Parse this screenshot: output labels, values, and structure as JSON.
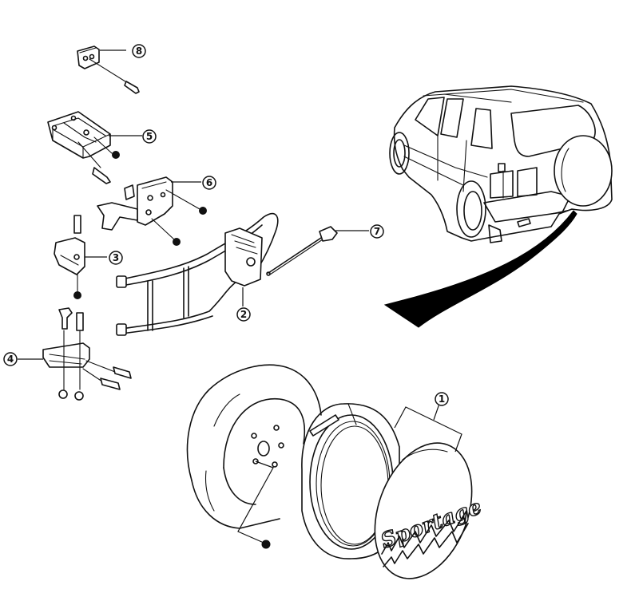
{
  "diagram": {
    "title": "Spare wheel carrier assembly – exploded view",
    "colors": {
      "ink": "#111111",
      "background": "#ffffff",
      "arrow_fill": "#000000"
    },
    "callouts": [
      {
        "id": "1",
        "label": "1",
        "part": "spare-tire-cover"
      },
      {
        "id": "2",
        "label": "2",
        "part": "tire-carrier-frame"
      },
      {
        "id": "3",
        "label": "3",
        "part": "upper-hinge-bracket"
      },
      {
        "id": "4",
        "label": "4",
        "part": "lower-hinge-bracket"
      },
      {
        "id": "5",
        "label": "5",
        "part": "striker-bracket"
      },
      {
        "id": "6",
        "label": "6",
        "part": "latch-assembly"
      },
      {
        "id": "7",
        "label": "7",
        "part": "latch-rod"
      },
      {
        "id": "8",
        "label": "8",
        "part": "stopper"
      }
    ],
    "cover_logo_text": "Sportage",
    "vehicle_view": "rear-three-quarter view of SUV with rear-mounted spare tire",
    "detail_arrow": "pointer from vehicle spare tire to exploded parts"
  }
}
